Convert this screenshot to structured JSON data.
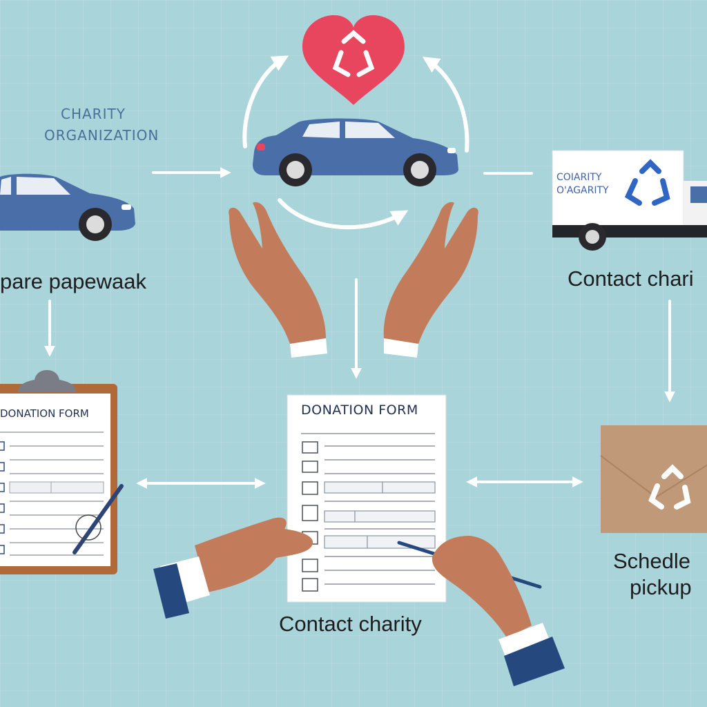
{
  "labels": {
    "org_line1": "CHARITY",
    "org_line2": "ORGANIZATION",
    "prepare": "pare papewaak",
    "contact_top": "Contact chari",
    "contact_bottom": "Contact charity",
    "schedule_line1": "Schedle",
    "schedule_line2": "pickup"
  },
  "truck": {
    "line1": "COIARITY",
    "line2": "O'AGARITY"
  },
  "forms": {
    "center_title": "DONATION FORM",
    "left_title": "DONATION FORM"
  },
  "colors": {
    "background": "#a9d4da",
    "heart": "#e8455f",
    "car": "#4a6ea8",
    "skin": "#c37c5b",
    "sleeve": "#25497e",
    "envelope": "#c09a78",
    "recycle_blue": "#2f66c4"
  }
}
